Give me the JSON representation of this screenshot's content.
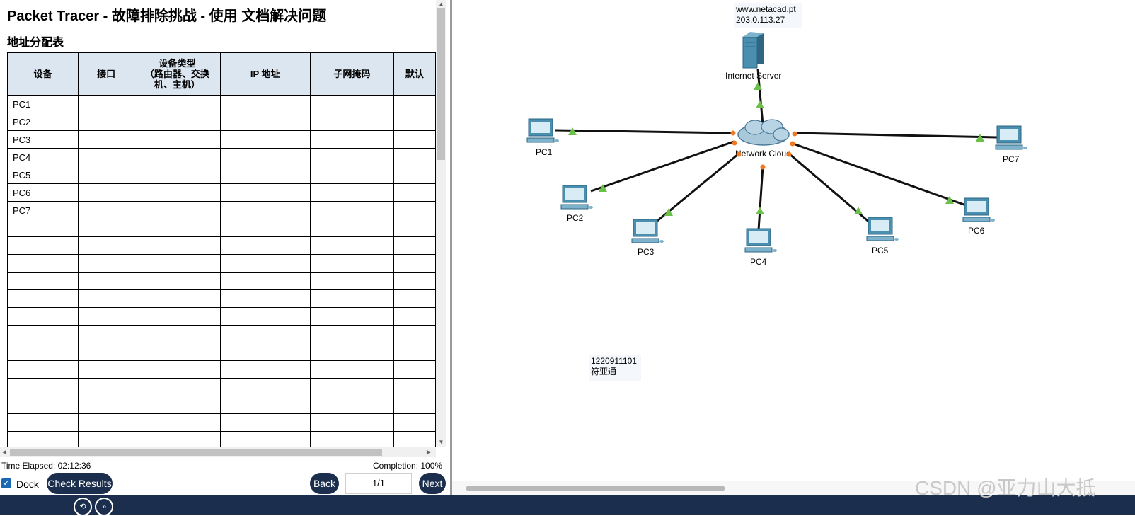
{
  "document": {
    "title": "Packet Tracer - 故障排除挑战 - 使用 文档解决问题",
    "section_title": "地址分配表",
    "table": {
      "headers": [
        "设备",
        "接口",
        "设备类型\n（路由器、交换\n机、主机）",
        "IP 地址",
        "子网掩码",
        "默认"
      ],
      "rows": [
        "PC1",
        "PC2",
        "PC3",
        "PC4",
        "PC5",
        "PC6",
        "PC7",
        "",
        "",
        "",
        "",
        "",
        "",
        "",
        "",
        "",
        "",
        "",
        "",
        ""
      ]
    }
  },
  "status": {
    "time_elapsed": "Time Elapsed: 02:12:36",
    "completion": "Completion: 100%"
  },
  "controls": {
    "dock_checked": "✓",
    "dock_label": "Dock",
    "check_results": "Check Results",
    "back": "Back",
    "page": "1/1",
    "next": "Next"
  },
  "topology": {
    "server_note": {
      "line1": "www.netacad.pt",
      "line2": "203.0.113.27"
    },
    "server_label": "Internet Server",
    "cloud_label": "Network Cloud",
    "pcs": [
      "PC1",
      "PC2",
      "PC3",
      "PC4",
      "PC5",
      "PC6",
      "PC7"
    ],
    "student_note": {
      "line1": "1220911101",
      "line2": "符亚通"
    },
    "link_up_color": "#6cc04a",
    "port_color": "#f07820",
    "device_color": "#4a8fb0"
  },
  "watermark": "CSDN @亚力山大抵",
  "icons": {
    "dock": "checkbox-icon",
    "taskbar_a": "rewind-icon",
    "taskbar_b": "fast-forward-icon"
  }
}
